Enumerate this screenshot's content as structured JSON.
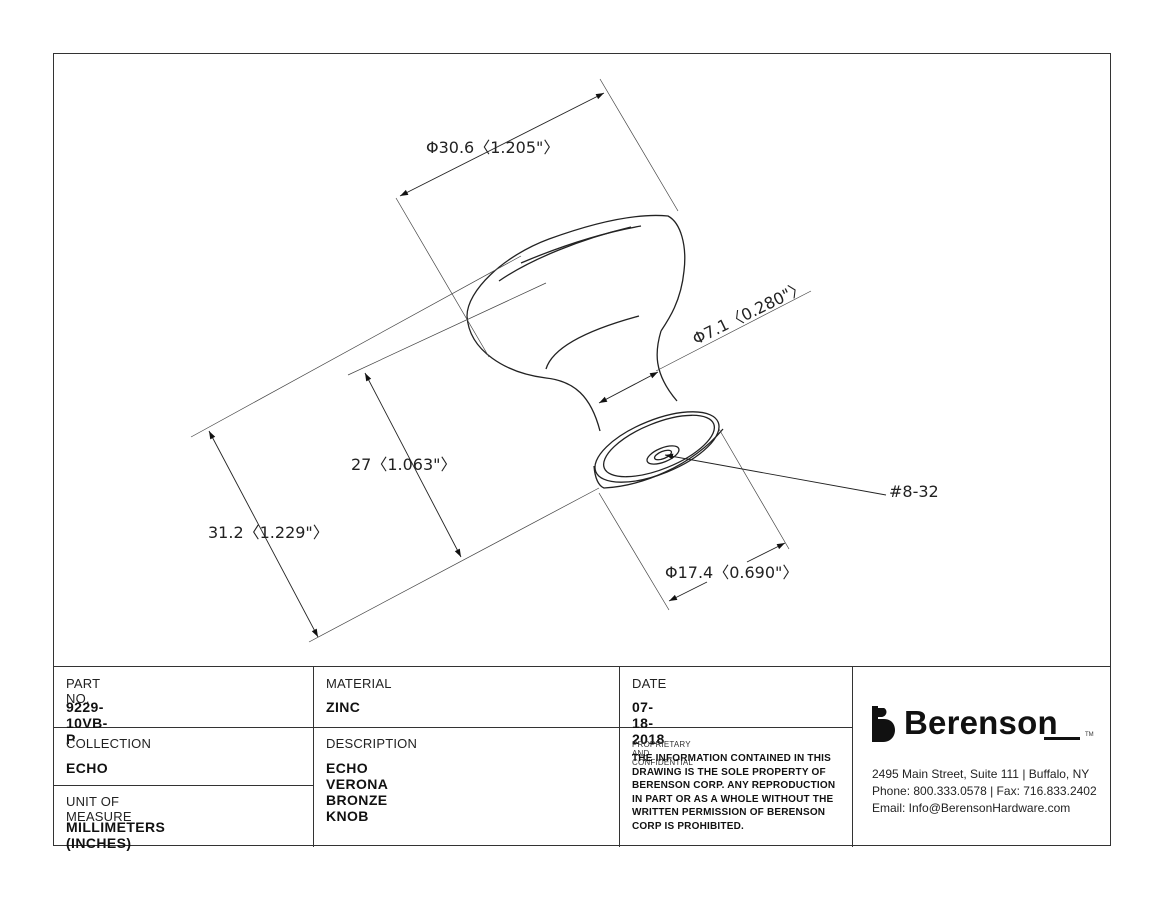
{
  "drawing": {
    "dimensions": {
      "top_diameter": "Φ30.6〈1.205\"〉",
      "neck_diameter": "Φ7.1〈0.280\"〉",
      "height_27": "27〈1.063\"〉",
      "height_31": "31.2〈1.229\"〉",
      "base_diameter": "Φ17.4〈0.690\"〉",
      "thread": "#8-32"
    }
  },
  "title_block": {
    "part_no_label": "PART NO.",
    "part_no": "9229-10VB-P",
    "material_label": "MATERIAL",
    "material": "ZINC",
    "date_label": "DATE",
    "date": "07-18-2018",
    "collection_label": "COLLECTION",
    "collection": "ECHO",
    "description_label": "DESCRIPTION",
    "description": "ECHO VERONA BRONZE KNOB",
    "uom_label": "UNIT OF MEASURE",
    "uom": "MILLIMETERS (INCHES)",
    "proprietary_title": "PROPRIETARY AND CONFIDENTIAL",
    "proprietary_text": "THE INFORMATION CONTAINED IN THIS DRAWING IS THE SOLE PROPERTY OF BERENSON CORP. ANY REPRODUCTION IN PART OR AS A WHOLE WITHOUT THE WRITTEN PERMISSION OF BERENSON CORP IS PROHIBITED."
  },
  "company": {
    "name": "Berenson",
    "tm": "TM",
    "address": "2495 Main Street, Suite 111 | Buffalo, NY",
    "phone_fax": "Phone: 800.333.0578 | Fax: 716.833.2402",
    "email": "Email: Info@BerensonHardware.com",
    "logo_icon": "berenson-b-logo-icon"
  },
  "colors": {
    "line": "#333333",
    "ink": "#111111",
    "background": "#ffffff"
  }
}
